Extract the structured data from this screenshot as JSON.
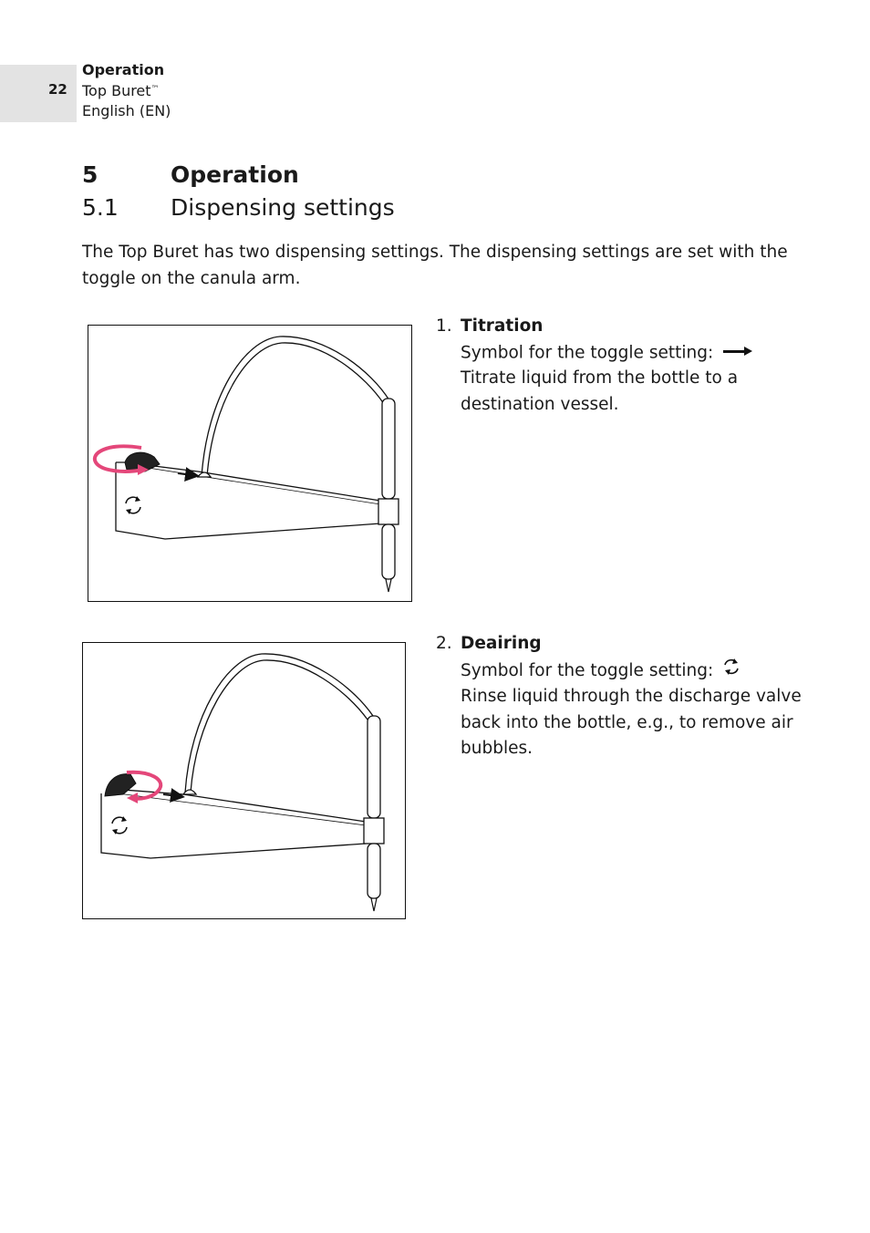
{
  "header": {
    "page_number": "22",
    "section": "Operation",
    "product": "Top Buret",
    "trademark": "™",
    "language": "English (EN)"
  },
  "chapter": {
    "number": "5",
    "title": "Operation"
  },
  "section": {
    "number": "5.1",
    "title": "Dispensing settings"
  },
  "intro": "The Top Buret has two dispensing settings. The dispensing settings are set with the toggle on the canula arm.",
  "steps": [
    {
      "number": "1.",
      "title": "Titration",
      "symbol_label": "Symbol for the toggle setting:",
      "symbol_icon": "arrow-right-icon",
      "description": "Titrate liquid from the bottle to a destination vessel."
    },
    {
      "number": "2.",
      "title": "Deairing",
      "symbol_label": "Symbol for the toggle setting:",
      "symbol_icon": "recirculate-icon",
      "description": "Rinse liquid through the discharge valve back into the bottle, e.g., to remove air bubbles."
    }
  ],
  "colors": {
    "highlight_arrow": "#e4477a",
    "tab_background": "#e3e3e3",
    "line_art": "#111111"
  }
}
